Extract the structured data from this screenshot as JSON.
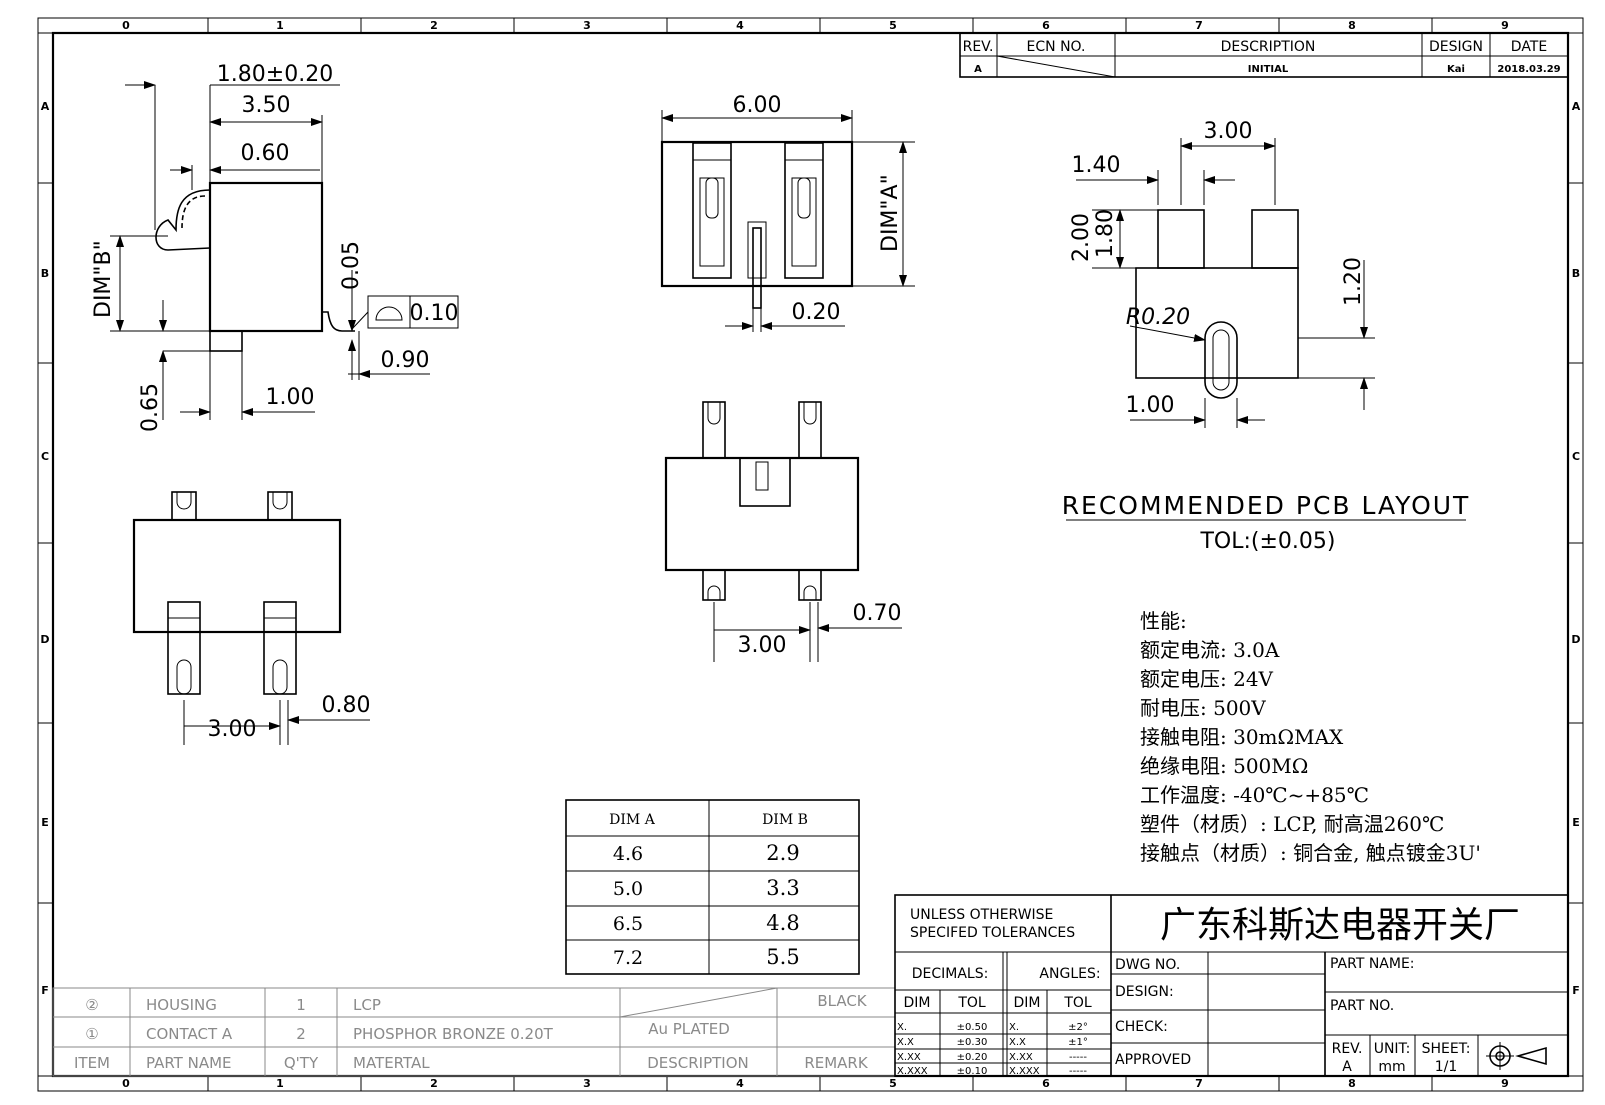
{
  "zones": {
    "columns": [
      "0",
      "1",
      "2",
      "3",
      "4",
      "5",
      "6",
      "7",
      "8",
      "9"
    ],
    "rows": [
      "A",
      "B",
      "C",
      "D",
      "E",
      "F"
    ]
  },
  "revision_block": {
    "headers": {
      "rev": "REV.",
      "ecn": "ECN NO.",
      "description": "DESCRIPTION",
      "design": "DESIGN",
      "date": "DATE"
    },
    "row": {
      "rev": "A",
      "description": "INITIAL",
      "design": "Kai",
      "date": "2018.03.29"
    }
  },
  "dimensions": {
    "side_1_80": "1.80±0.20",
    "side_3_50": "3.50",
    "side_0_60": "0.60",
    "side_dim_b": "DIM\"B\"",
    "side_0_05": "0.05",
    "side_flatness": "0.10",
    "side_0_90": "0.90",
    "side_1_00": "1.00",
    "side_0_65": "0.65",
    "front_6_00": "6.00",
    "front_dim_a": "DIM\"A\"",
    "front_0_20": "0.20",
    "top_3_00": "3.00",
    "top_0_70": "0.70",
    "bottom_3_00": "3.00",
    "bottom_0_80": "0.80",
    "pcb_3_00": "3.00",
    "pcb_1_40": "1.40",
    "pcb_2_00": "2.00",
    "pcb_1_80": "1.80",
    "pcb_1_20": "1.20",
    "pcb_r020": "R0.20",
    "pcb_1_00": "1.00"
  },
  "pcb_layout": {
    "title": "RECOMMENDED PCB LAYOUT",
    "tolerance": "TOL:(±0.05)"
  },
  "specs": [
    "性能:",
    "额定电流: 3.0A",
    "额定电压: 24V",
    "耐电压: 500V",
    "接触电阻: 30mΩMAX",
    "绝缘电阻: 500MΩ",
    "工作温度: -40℃~+85℃",
    "塑件（材质）: LCP, 耐高温260℃",
    "接触点（材质）: 铜合金, 触点镀金3U'"
  ],
  "dim_table": {
    "headers": [
      "DIM A",
      "DIM B"
    ],
    "rows": [
      [
        "4.6",
        "2.9"
      ],
      [
        "5.0",
        "3.3"
      ],
      [
        "6.5",
        "4.8"
      ],
      [
        "7.2",
        "5.5"
      ]
    ]
  },
  "bom": {
    "headers": {
      "item": "ITEM",
      "part": "PART NAME",
      "qty": "Q'TY",
      "material": "MATERTAL",
      "description": "DESCRIPTION",
      "remark": "REMARK"
    },
    "rows": [
      {
        "item": "②",
        "part": "HOUSING",
        "qty": "1",
        "material": "LCP",
        "description": "",
        "remark": "BLACK"
      },
      {
        "item": "①",
        "part": "CONTACT A",
        "qty": "2",
        "material": "PHOSPHOR BRONZE 0.20T",
        "description": "Au PLATED",
        "remark": ""
      }
    ]
  },
  "title_block": {
    "tolerance_note_1": "UNLESS OTHERWISE",
    "tolerance_note_2": "SPECIFED TOLERANCES",
    "company": "广东科斯达电器开关厂",
    "decimals": "DECIMALS:",
    "angles": "ANGLES:",
    "dim": "DIM",
    "tol": "TOL",
    "decimal_rows": [
      [
        "X.",
        "±0.50"
      ],
      [
        "X.X",
        "±0.30"
      ],
      [
        "X.XX",
        "±0.20"
      ],
      [
        "X.XXX",
        "±0.10"
      ]
    ],
    "angle_rows": [
      [
        "X.",
        "±2°"
      ],
      [
        "X.X",
        "±1°"
      ],
      [
        "X.XX",
        "-----"
      ],
      [
        "X.XXX",
        "-----"
      ]
    ],
    "dwg_no": "DWG NO.",
    "design": "DESIGN:",
    "check": "CHECK:",
    "approved": "APPROVED",
    "part_name": "PART NAME:",
    "part_no": "PART NO.",
    "rev_label": "REV.",
    "rev_value": "A",
    "unit_label": "UNIT:",
    "unit_value": "mm",
    "sheet_label": "SHEET:",
    "sheet_value": "1/1"
  }
}
